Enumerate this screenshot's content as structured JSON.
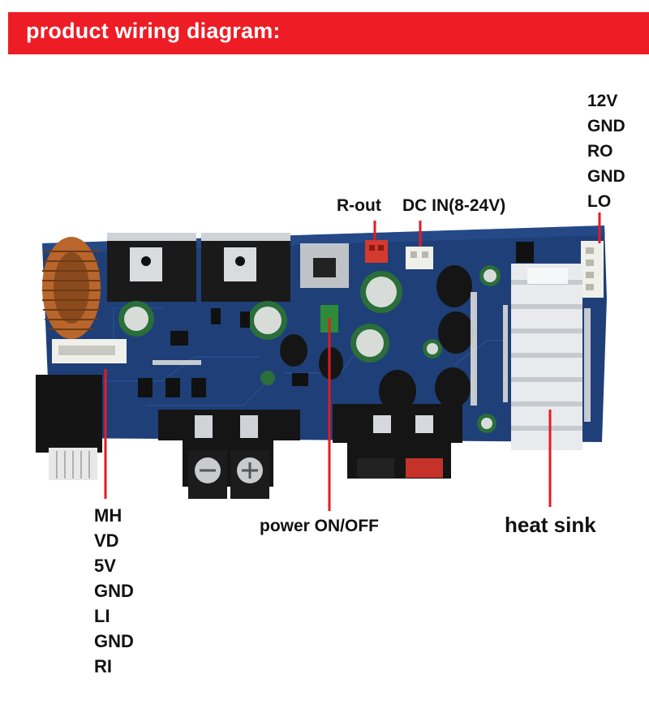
{
  "header": {
    "title": "product wiring diagram:"
  },
  "labels": {
    "r_out": "R-out",
    "dc_in": "DC IN(8-24V)",
    "power": "power ON/OFF",
    "heat_sink": "heat sink"
  },
  "connector_right": [
    "12V",
    "GND",
    "RO",
    "GND",
    "LO"
  ],
  "connector_left": [
    "MH",
    "VD",
    "5V",
    "GND",
    "LI",
    "GND",
    "RI"
  ],
  "colors": {
    "banner": "#ee1c25",
    "pcb": "#1f3f78",
    "leader": "#e51b23"
  }
}
